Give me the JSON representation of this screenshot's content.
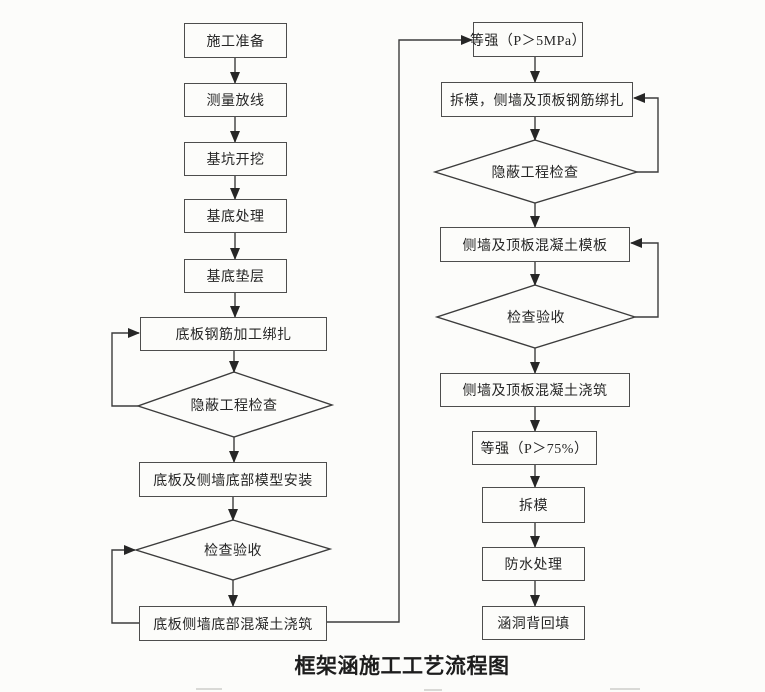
{
  "diagram": {
    "title": "框架涵施工工艺流程图",
    "nodes": [
      {
        "id": "construction-prep",
        "type": "process",
        "column": "left",
        "label": "施工准备"
      },
      {
        "id": "survey-layout",
        "type": "process",
        "column": "left",
        "label": "测量放线"
      },
      {
        "id": "pit-excavation",
        "type": "process",
        "column": "left",
        "label": "基坑开挖"
      },
      {
        "id": "foundation-treatment",
        "type": "process",
        "column": "left",
        "label": "基底处理"
      },
      {
        "id": "foundation-cushion",
        "type": "process",
        "column": "left",
        "label": "基底垫层"
      },
      {
        "id": "bottom-slab-rebar",
        "type": "process",
        "column": "left",
        "label": "底板钢筋加工绑扎"
      },
      {
        "id": "hidden-work-check-1",
        "type": "decision",
        "column": "left",
        "label": "隐蔽工程检查"
      },
      {
        "id": "bottom-formwork-install",
        "type": "process",
        "column": "left",
        "label": "底板及侧墙底部模型安装"
      },
      {
        "id": "inspection-accept-1",
        "type": "decision",
        "column": "left",
        "label": "检查验收"
      },
      {
        "id": "bottom-concrete-pour",
        "type": "process",
        "column": "left",
        "label": "底板侧墙底部混凝土浇筑"
      },
      {
        "id": "wait-strength-5mpa",
        "type": "process",
        "column": "right",
        "label": "等强（P＞5MPa）"
      },
      {
        "id": "demold-wall-roof-rebar",
        "type": "process",
        "column": "right",
        "label": "拆模，侧墙及顶板钢筋绑扎"
      },
      {
        "id": "hidden-work-check-2",
        "type": "decision",
        "column": "right",
        "label": "隐蔽工程检查"
      },
      {
        "id": "wall-roof-formwork",
        "type": "process",
        "column": "right",
        "label": "侧墙及顶板混凝土模板"
      },
      {
        "id": "inspection-accept-2",
        "type": "decision",
        "column": "right",
        "label": "检查验收"
      },
      {
        "id": "wall-roof-concrete-pour",
        "type": "process",
        "column": "right",
        "label": "侧墙及顶板混凝土浇筑"
      },
      {
        "id": "wait-strength-75pct",
        "type": "process",
        "column": "right",
        "label": "等强（P＞75%）"
      },
      {
        "id": "demold",
        "type": "process",
        "column": "right",
        "label": "拆模"
      },
      {
        "id": "waterproofing",
        "type": "process",
        "column": "right",
        "label": "防水处理"
      },
      {
        "id": "culvert-back-backfill",
        "type": "process",
        "column": "right",
        "label": "涵洞背回填"
      }
    ]
  },
  "colors": {
    "line": "#3c3c3c",
    "arrowhead": "#262626",
    "box_border": "#4d4d4d",
    "text": "#262626",
    "background": "#fcfcfa"
  }
}
